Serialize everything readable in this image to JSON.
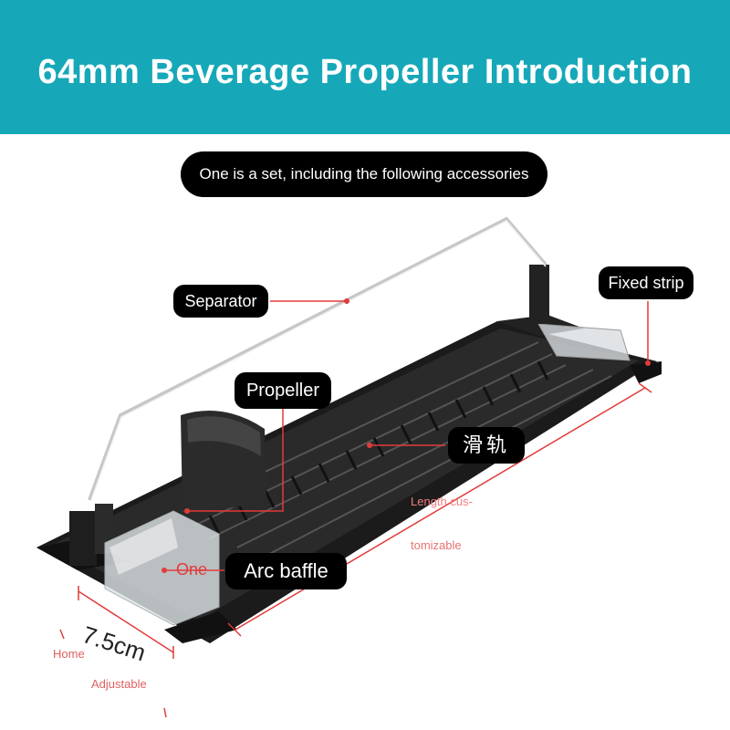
{
  "header": {
    "title": "64mm Beverage Propeller Introduction",
    "color": "#16a8b9"
  },
  "subtitle": "One is a set, including the following accessories",
  "labels": {
    "separator": "Separator",
    "fixed_strip": "Fixed strip",
    "propeller": "Propeller",
    "slide_rail": "滑轨",
    "arc_baffle": "Arc baffle"
  },
  "annotations": {
    "length_line1": "Length cus-",
    "length_line2": "tomizable",
    "one": "One",
    "width_dimension": "7.5cm",
    "home": "Home",
    "adjustable": "Adjustable"
  },
  "colors": {
    "annotation_red": "#e23b3b",
    "label_bg": "#000000"
  }
}
